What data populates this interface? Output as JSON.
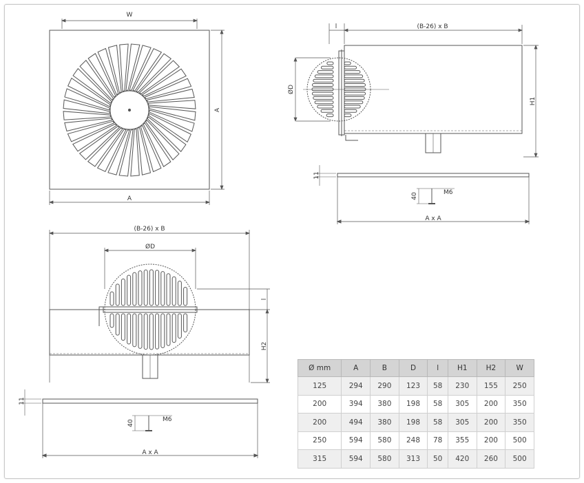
{
  "labels": {
    "front_w": "W",
    "front_a_right": "A",
    "front_a_bottom": "A",
    "side_l": "l",
    "side_top": "(B-26) x B",
    "side_od": "ØD",
    "side_h1": "H1",
    "side_thk": "11",
    "side_m6": "M6",
    "side_40": "40",
    "side_axa": "A x A",
    "plan_top": "(B-26) x B",
    "plan_od": "ØD",
    "plan_l": "l",
    "plan_h2": "H2",
    "plan_thk": "11",
    "plan_m6": "M6",
    "plan_40": "40",
    "plan_axa": "A x A"
  },
  "table": {
    "headers": [
      "Ø mm",
      "A",
      "B",
      "D",
      "l",
      "H1",
      "H2",
      "W"
    ],
    "rows": [
      [
        "125",
        "294",
        "290",
        "123",
        "58",
        "230",
        "155",
        "250"
      ],
      [
        "200",
        "394",
        "380",
        "198",
        "58",
        "305",
        "200",
        "350"
      ],
      [
        "200",
        "494",
        "380",
        "198",
        "58",
        "305",
        "200",
        "350"
      ],
      [
        "250",
        "594",
        "580",
        "248",
        "78",
        "355",
        "200",
        "500"
      ],
      [
        "315",
        "594",
        "580",
        "313",
        "50",
        "420",
        "260",
        "500"
      ]
    ]
  }
}
